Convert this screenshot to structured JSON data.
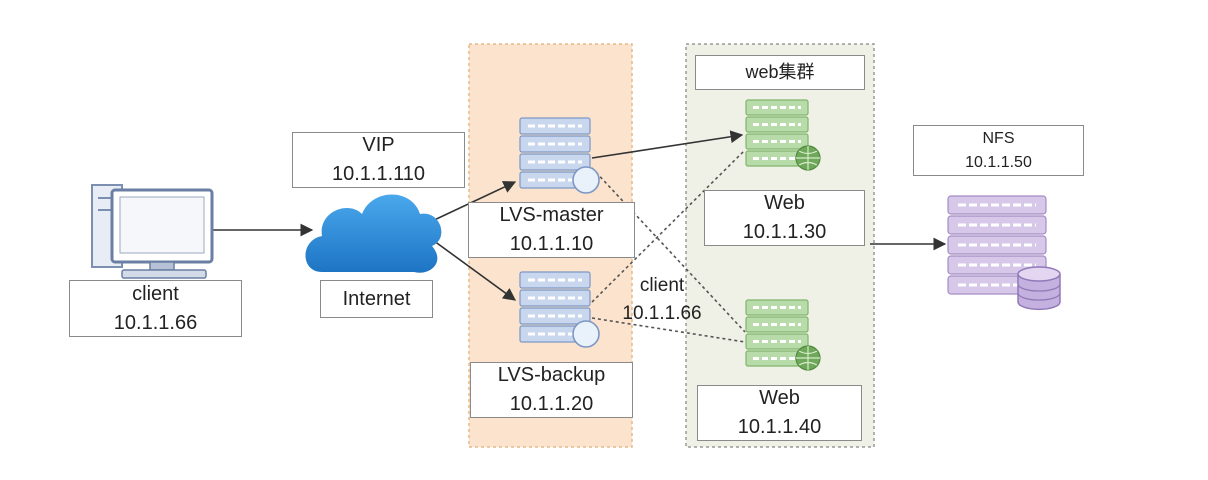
{
  "nodes": {
    "client": {
      "name": "client",
      "ip": "10.1.1.66"
    },
    "vip": {
      "name": "VIP",
      "ip": "10.1.1.110"
    },
    "internet": {
      "name": "Internet"
    },
    "lvs_master": {
      "name": "LVS-master",
      "ip": "10.1.1.10"
    },
    "lvs_backup": {
      "name": "LVS-backup",
      "ip": "10.1.1.20"
    },
    "web_cluster": {
      "title": "web集群"
    },
    "web1": {
      "name": "Web",
      "ip": "10.1.1.30"
    },
    "web2": {
      "name": "Web",
      "ip": "10.1.1.40"
    },
    "nfs": {
      "name": "NFS",
      "ip": "10.1.1.50"
    },
    "middle_client": {
      "name": "client",
      "ip": "10.1.1.66"
    }
  },
  "colors": {
    "lvs_zone": "#fbe3cd",
    "web_zone": "#eff1e6",
    "lvs_server": "#b9cbe8",
    "web_server": "#a9d49a",
    "nfs_server": "#c7b4de",
    "cloud": "#2f8fd8",
    "arrow": "#333333"
  }
}
